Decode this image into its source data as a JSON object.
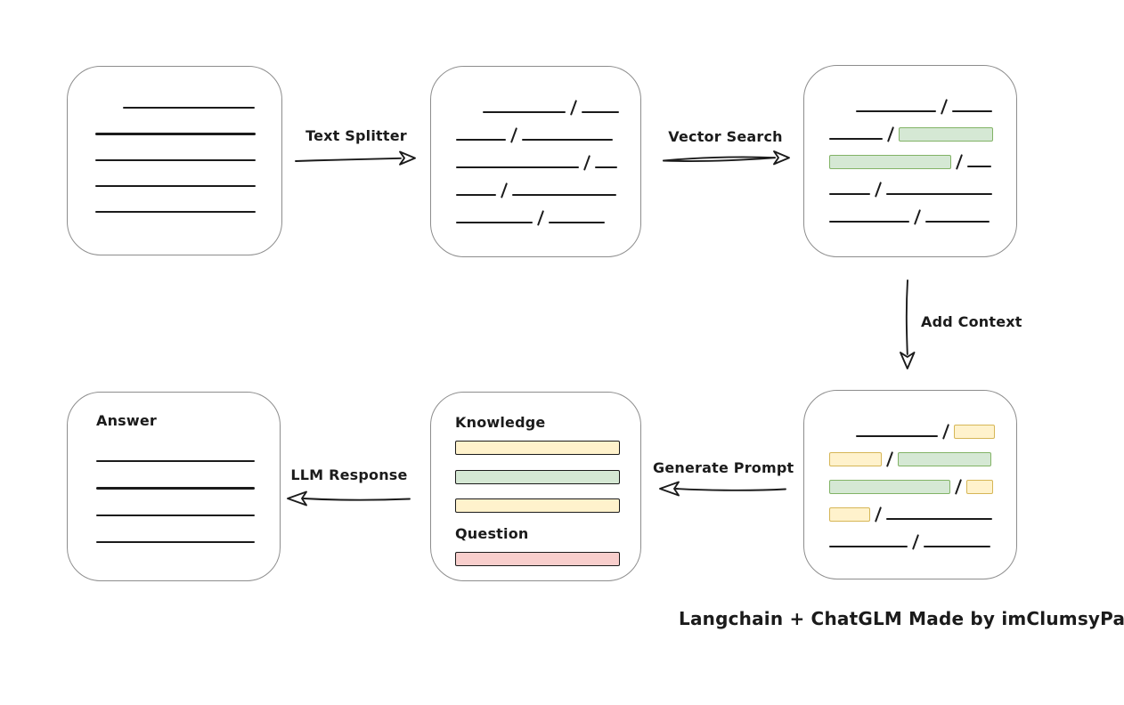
{
  "caption": "Langchain + ChatGLM Made by imClumsyPanda",
  "colors": {
    "line": "#1b1b1b",
    "node_border": "#8d8d8d",
    "green_fill": "#d5e8d4",
    "green_border": "#82b366",
    "yellow_fill": "#fff2cc",
    "yellow_border": "#d6b656",
    "red_fill": "#f8cecc",
    "red_border": "#b85450"
  },
  "arrows": {
    "text_splitter": {
      "label": "Text Splitter",
      "direction": "right"
    },
    "vector_search": {
      "label": "Vector Search",
      "direction": "right"
    },
    "add_context": {
      "label": "Add Context",
      "direction": "down"
    },
    "generate_prompt": {
      "label": "Generate Prompt",
      "direction": "left"
    },
    "llm_response": {
      "label": "LLM Response",
      "direction": "left"
    }
  },
  "nodes": {
    "source_document": {
      "lines": [
        {
          "indent": 31,
          "w": 148
        },
        {
          "indent": 0,
          "w": 180
        },
        {
          "indent": 0,
          "w": 180
        },
        {
          "indent": 0,
          "w": 180
        },
        {
          "indent": 0,
          "w": 180
        }
      ]
    },
    "split_text": {
      "rows": [
        {
          "indent": 30,
          "segments": [
            {
              "t": "line",
              "w": 93
            },
            {
              "t": "slash"
            },
            {
              "t": "line",
              "w": 42
            }
          ]
        },
        {
          "indent": 0,
          "segments": [
            {
              "t": "line",
              "w": 56
            },
            {
              "t": "slash"
            },
            {
              "t": "line",
              "w": 102
            }
          ]
        },
        {
          "indent": 0,
          "segments": [
            {
              "t": "line",
              "w": 138
            },
            {
              "t": "slash"
            },
            {
              "t": "line",
              "w": 25
            }
          ]
        },
        {
          "indent": 0,
          "segments": [
            {
              "t": "line",
              "w": 45
            },
            {
              "t": "slash"
            },
            {
              "t": "line",
              "w": 117
            }
          ]
        },
        {
          "indent": 0,
          "segments": [
            {
              "t": "line",
              "w": 86
            },
            {
              "t": "slash"
            },
            {
              "t": "line",
              "w": 63
            }
          ]
        }
      ]
    },
    "vector_result": {
      "rows": [
        {
          "indent": 30,
          "segments": [
            {
              "t": "line",
              "w": 90
            },
            {
              "t": "slash"
            },
            {
              "t": "line",
              "w": 45
            }
          ]
        },
        {
          "indent": 0,
          "segments": [
            {
              "t": "line",
              "w": 60
            },
            {
              "t": "slash"
            },
            {
              "t": "green",
              "w": 104
            }
          ]
        },
        {
          "indent": 0,
          "segments": [
            {
              "t": "green",
              "w": 135
            },
            {
              "t": "slash"
            },
            {
              "t": "line",
              "w": 27
            }
          ]
        },
        {
          "indent": 0,
          "segments": [
            {
              "t": "line",
              "w": 46
            },
            {
              "t": "slash"
            },
            {
              "t": "line",
              "w": 119
            }
          ]
        },
        {
          "indent": 0,
          "segments": [
            {
              "t": "line",
              "w": 90
            },
            {
              "t": "slash"
            },
            {
              "t": "line",
              "w": 72
            }
          ]
        }
      ]
    },
    "context_result": {
      "rows": [
        {
          "indent": 30,
          "segments": [
            {
              "t": "line",
              "w": 92
            },
            {
              "t": "slash"
            },
            {
              "t": "yellow",
              "w": 44
            }
          ]
        },
        {
          "indent": 0,
          "segments": [
            {
              "t": "yellow",
              "w": 57
            },
            {
              "t": "slash"
            },
            {
              "t": "green",
              "w": 103
            }
          ]
        },
        {
          "indent": 0,
          "segments": [
            {
              "t": "green",
              "w": 134
            },
            {
              "t": "slash"
            },
            {
              "t": "yellow",
              "w": 28
            }
          ]
        },
        {
          "indent": 0,
          "segments": [
            {
              "t": "yellow",
              "w": 44
            },
            {
              "t": "slash"
            },
            {
              "t": "line",
              "w": 119
            }
          ]
        },
        {
          "indent": 0,
          "segments": [
            {
              "t": "line",
              "w": 88
            },
            {
              "t": "slash"
            },
            {
              "t": "line",
              "w": 75
            }
          ]
        }
      ]
    },
    "prompt": {
      "knowledge_label": "Knowledge",
      "knowledge_bars": [
        "yellow",
        "green",
        "yellow"
      ],
      "question_label": "Question",
      "question_bars": [
        "red"
      ]
    },
    "answer": {
      "label": "Answer",
      "lines": [
        {
          "indent": 0,
          "w": 178
        },
        {
          "indent": 0,
          "w": 178
        },
        {
          "indent": 0,
          "w": 178
        },
        {
          "indent": 0,
          "w": 178
        }
      ]
    }
  }
}
